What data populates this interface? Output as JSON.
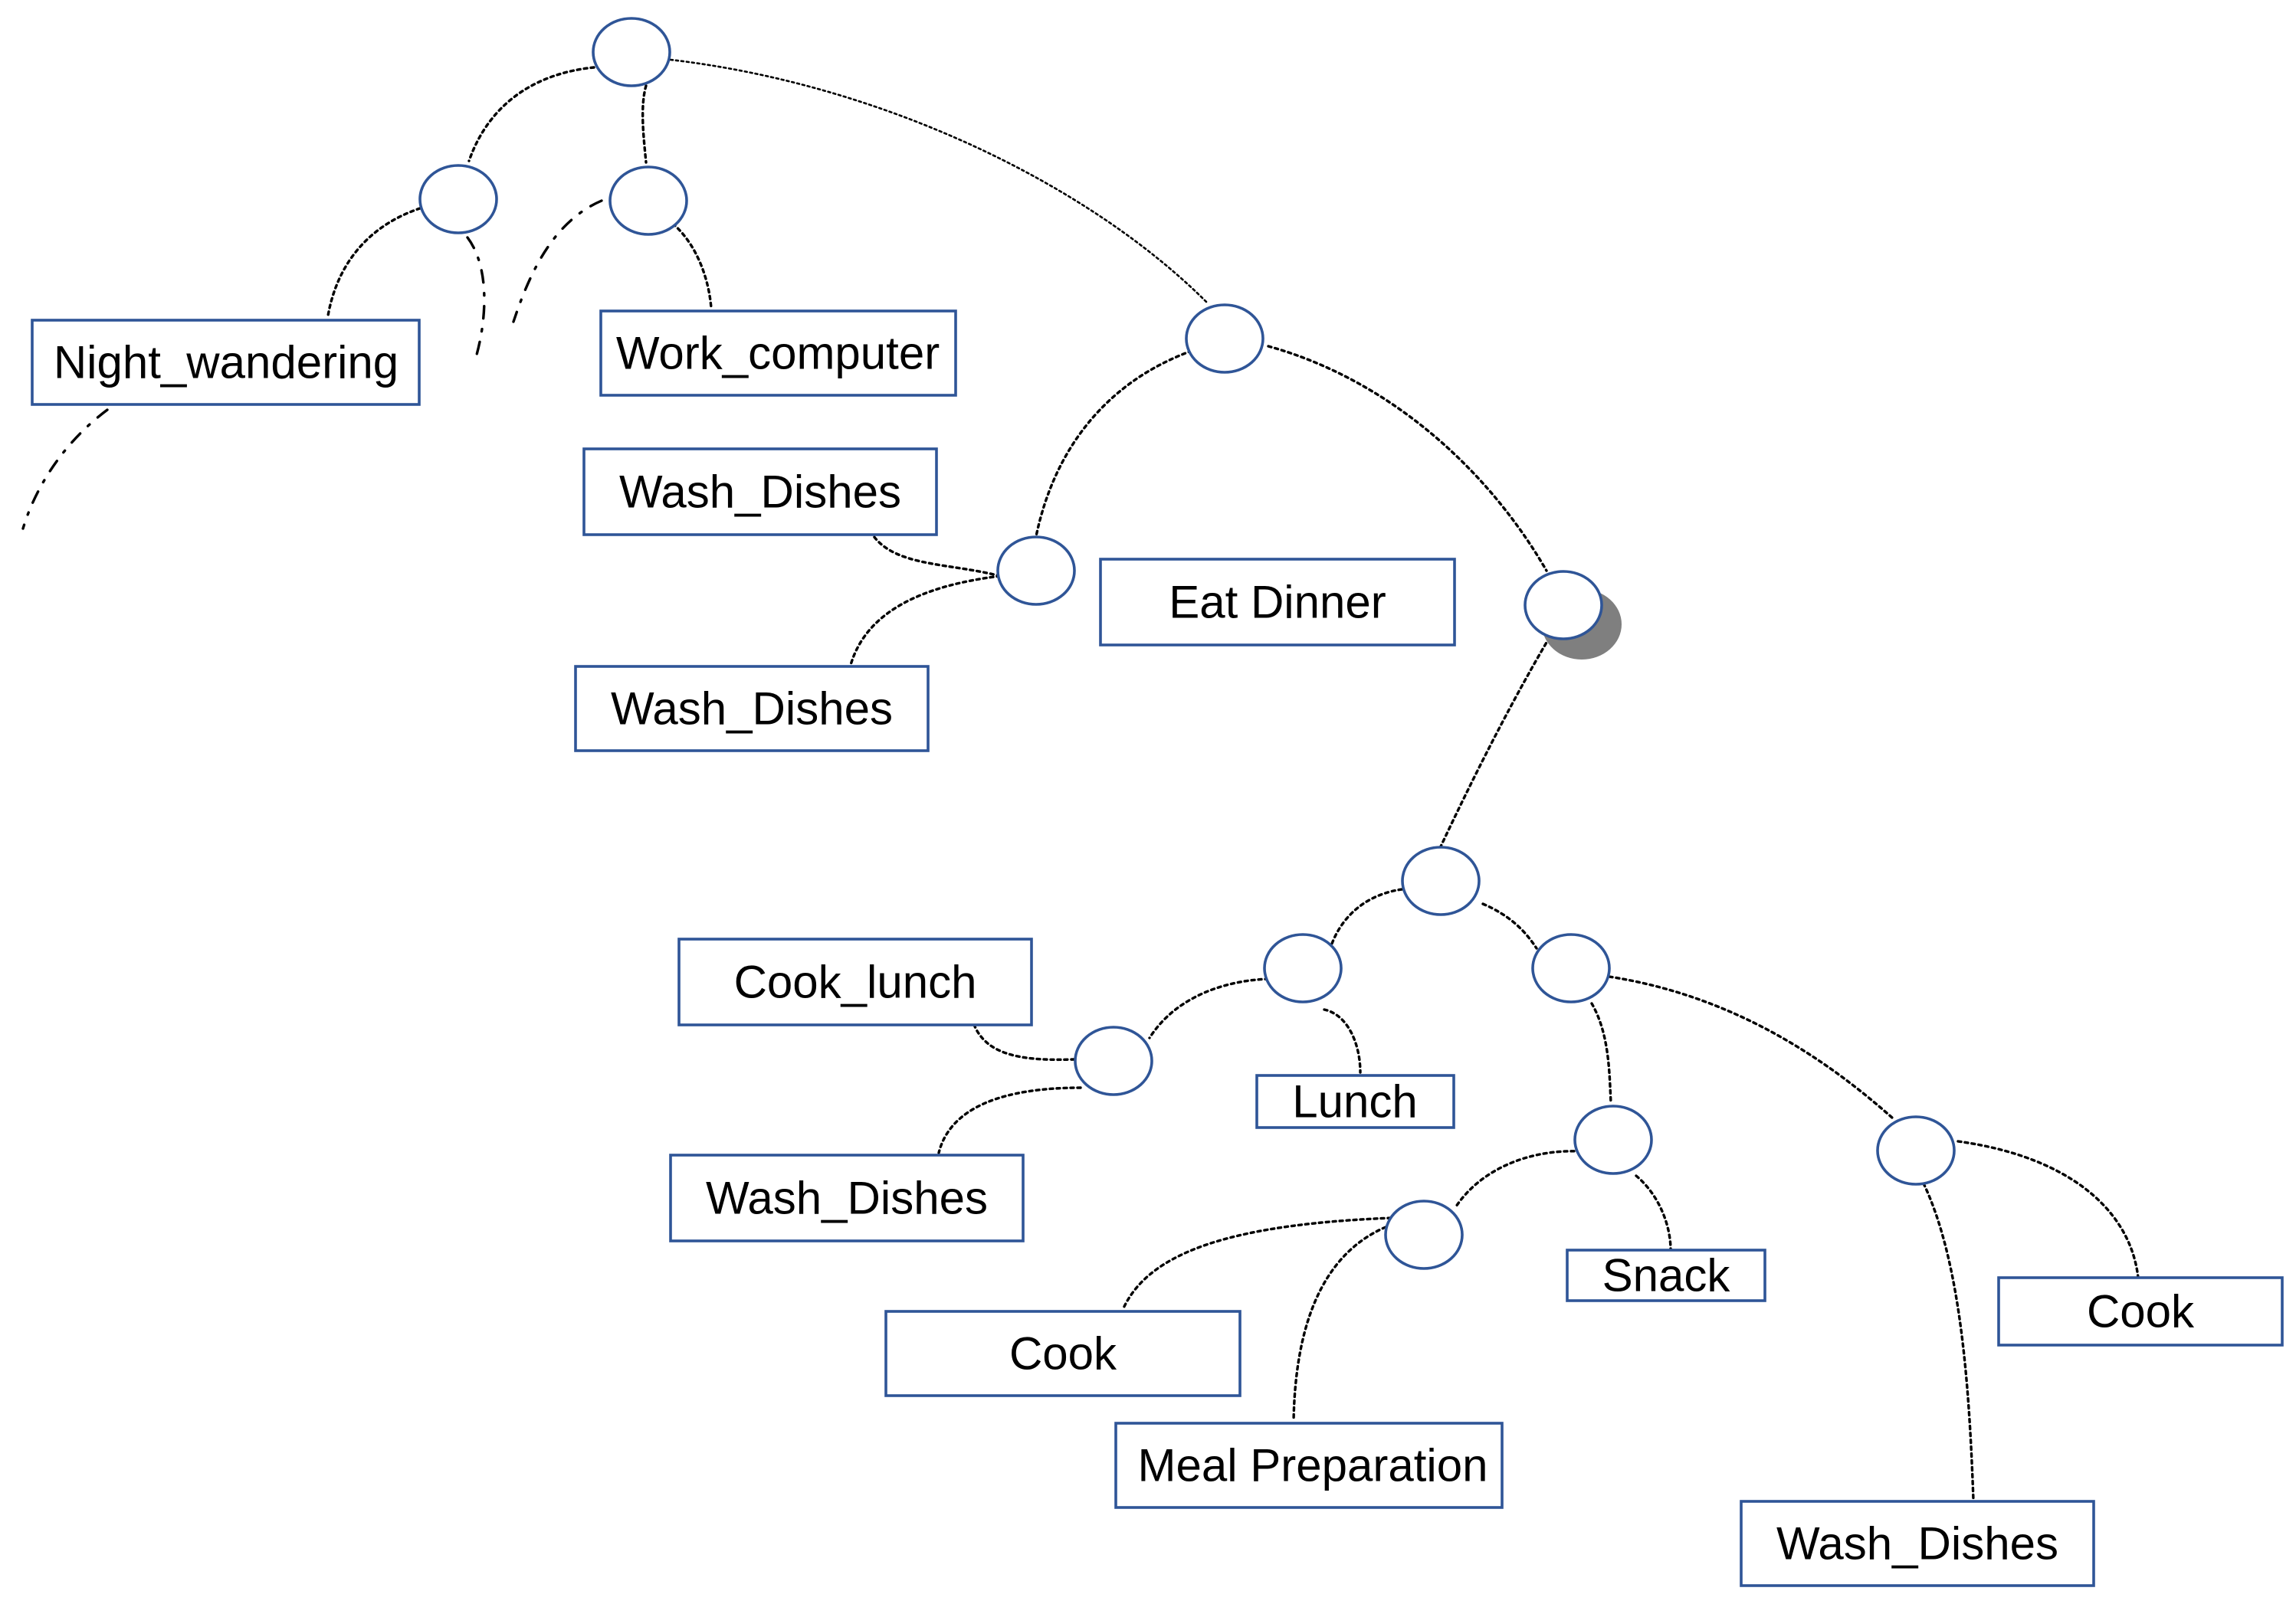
{
  "colors": {
    "node_stroke": "#2f5597",
    "box_stroke": "#2f5597",
    "edge": "#000000",
    "shadow": "#7f7f7f",
    "text": "#000000"
  },
  "labels": {
    "night_wandering": "Night_wandering",
    "work_computer": "Work_computer",
    "wash_dishes_1": "Wash_Dishes",
    "wash_dishes_2": "Wash_Dishes",
    "eat_dinner": "Eat Dinner",
    "cook_lunch": "Cook_lunch",
    "lunch": "Lunch",
    "wash_dishes_3": "Wash_Dishes",
    "snack": "Snack",
    "cook_1": "Cook",
    "meal_preparation": "Meal Preparation",
    "cook_2": "Cook",
    "wash_dishes_4": "Wash_Dishes"
  }
}
